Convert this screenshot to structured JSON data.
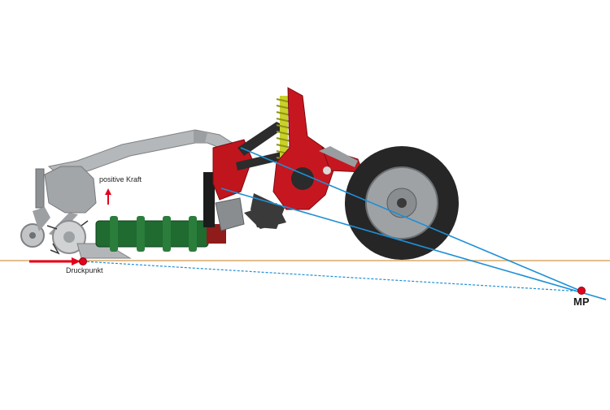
{
  "labels": {
    "positive_force": "positive Kraft",
    "pressure_point": "Druckpunkt",
    "instant_center": "MP"
  },
  "colors": {
    "ground_line": "#d9a86a",
    "force_lines": "#1e8fd6",
    "force_arrow": "#e3001b",
    "frame_grey": "#a9acae",
    "roller_green": "#1f6b30",
    "spring_yellow": "#c9d12a",
    "tire_black": "#2a2a2a"
  },
  "icons": {
    "force_arrow": "red-arrow",
    "point_marker": "red-dot"
  }
}
